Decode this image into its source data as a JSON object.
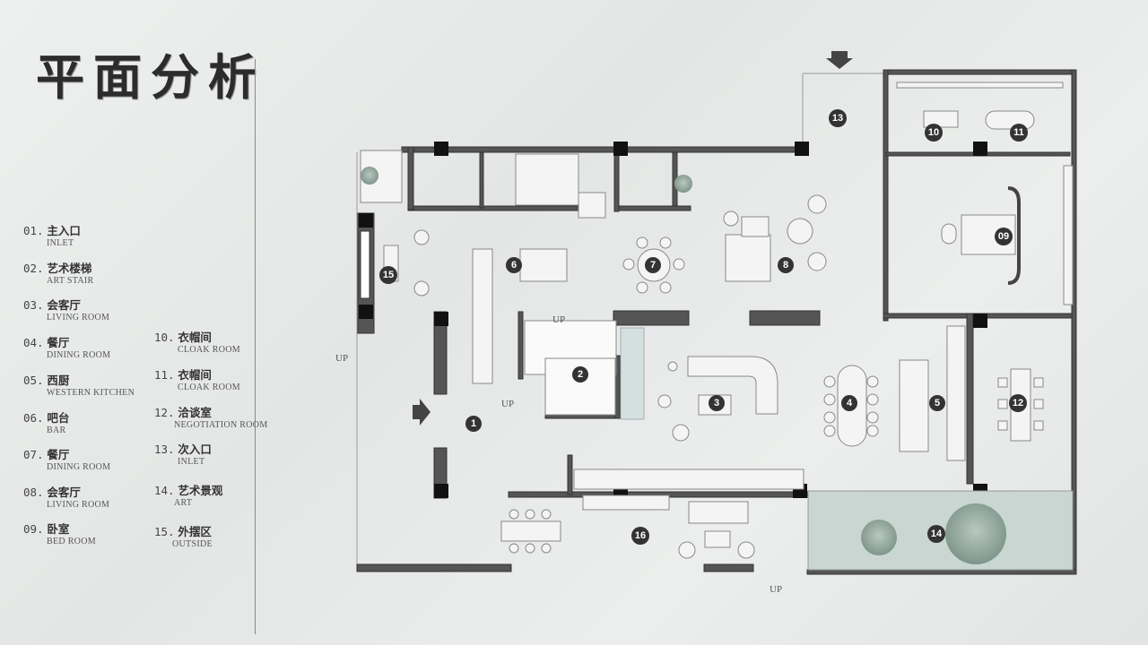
{
  "title": "平面分析",
  "legend": [
    {
      "num": "01.",
      "cn": "主入口",
      "en": "INLET"
    },
    {
      "num": "02.",
      "cn": "艺术楼梯",
      "en": "ART STAIR"
    },
    {
      "num": "03.",
      "cn": "会客厅",
      "en": "LIVING ROOM"
    },
    {
      "num": "04.",
      "cn": "餐厅",
      "en": "DINING ROOM"
    },
    {
      "num": "05.",
      "cn": "西厨",
      "en": "WESTERN KITCHEN"
    },
    {
      "num": "06.",
      "cn": "吧台",
      "en": "BAR"
    },
    {
      "num": "07.",
      "cn": "餐厅",
      "en": "DINING ROOM"
    },
    {
      "num": "08.",
      "cn": "会客厅",
      "en": "LIVING ROOM"
    },
    {
      "num": "09.",
      "cn": "卧室",
      "en": "BED ROOM"
    },
    {
      "num": "10.",
      "cn": "衣帽间",
      "en": "CLOAK ROOM"
    },
    {
      "num": "11.",
      "cn": "衣帽间",
      "en": "CLOAK ROOM"
    },
    {
      "num": "12.",
      "cn": "洽谈室",
      "en": "NEGOTIATION ROOM"
    },
    {
      "num": "13.",
      "cn": "次入口",
      "en": "INLET"
    },
    {
      "num": "14.",
      "cn": "艺术景观",
      "en": "ART"
    },
    {
      "num": "15.",
      "cn": "外摆区",
      "en": "OUTSIDE"
    }
  ],
  "plan": {
    "badges": [
      "1",
      "2",
      "3",
      "4",
      "5",
      "6",
      "7",
      "8",
      "09",
      "10",
      "11",
      "12",
      "13",
      "14",
      "15",
      "16"
    ],
    "labels": {
      "up_left": "UP",
      "up_stair_top": "UP",
      "up_stair_bottom": "UP",
      "up_bottom": "UP"
    }
  }
}
